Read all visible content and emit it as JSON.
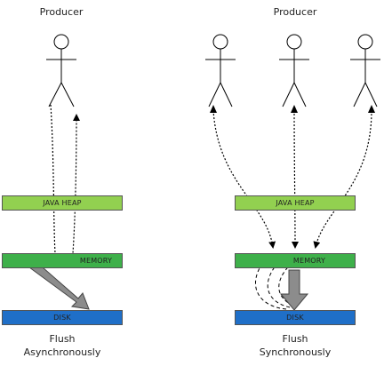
{
  "left": {
    "producer_label": "Producer",
    "boxes": {
      "heap": "JAVA HEAP",
      "memory": "MEMORY",
      "disk": "DISK"
    },
    "caption": [
      "Flush",
      "Asynchronously"
    ]
  },
  "right": {
    "producer_label": "Producer",
    "boxes": {
      "heap": "JAVA HEAP",
      "memory": "MEMORY",
      "disk": "DISK"
    },
    "caption": [
      "Flush",
      "Synchronously"
    ]
  },
  "colors": {
    "java_heap": "#92d050",
    "memory": "#3eb04a",
    "disk": "#1f6fc8",
    "flush_arrow": "#8c8c8c"
  }
}
